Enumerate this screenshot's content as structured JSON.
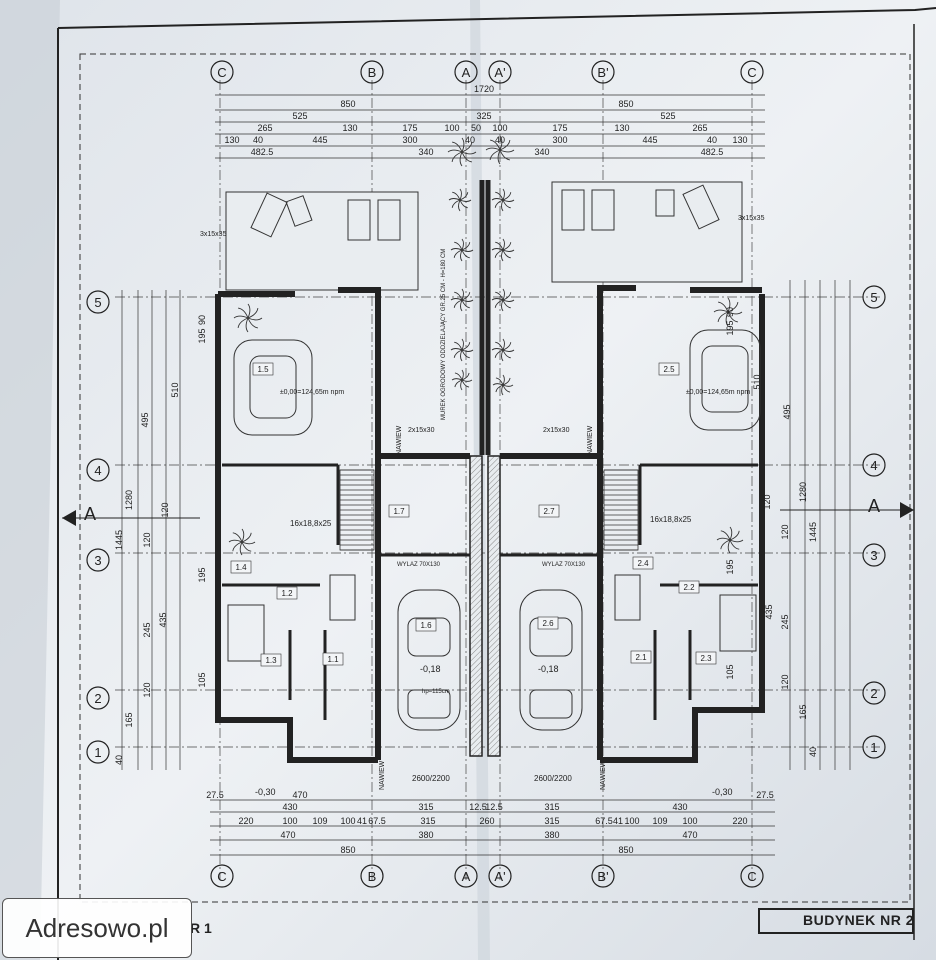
{
  "grid_letters": [
    "C",
    "B",
    "A",
    "A'",
    "B'",
    "C"
  ],
  "grid_numbers": [
    "5",
    "4",
    "3",
    "2",
    "1"
  ],
  "section_marker": "A",
  "top_dims": {
    "row1": "1720",
    "row2_left": "850",
    "row2_right": "850",
    "row3": [
      "525",
      "325",
      "525"
    ],
    "row4": [
      "265",
      "130",
      "175",
      "100",
      "50",
      "100",
      "175",
      "130",
      "265"
    ],
    "row5": [
      "130",
      "40",
      "445",
      "300",
      "40",
      "40",
      "300",
      "445",
      "40",
      "130"
    ],
    "row6": [
      "482.5",
      "340",
      "340",
      "482.5"
    ]
  },
  "bottom_dims": {
    "row1": [
      "27.5",
      "470",
      "27.5"
    ],
    "row2": [
      "430",
      "315",
      "12.5",
      "12.5",
      "315",
      "430"
    ],
    "row3": [
      "220",
      "100",
      "109",
      "100",
      "41",
      "67.5",
      "315",
      "260",
      "315",
      "67.5",
      "41",
      "100",
      "109",
      "100",
      "220"
    ],
    "row4": [
      "470",
      "380",
      "380",
      "470"
    ],
    "row5": [
      "850",
      "850"
    ]
  },
  "side_dims": [
    "90",
    "195",
    "510",
    "495",
    "1280",
    "1445",
    "120",
    "195",
    "120",
    "435",
    "245",
    "120",
    "105",
    "165",
    "40"
  ],
  "rooms": [
    {
      "id": "1.5",
      "area_note": "±0,00=124,65m npm"
    },
    {
      "id": "1.7"
    },
    {
      "id": "1.4"
    },
    {
      "id": "1.2"
    },
    {
      "id": "1.6"
    },
    {
      "id": "1.3"
    },
    {
      "id": "1.1"
    },
    {
      "id": "2.5",
      "area_note": "±0,00=124,65m npm"
    },
    {
      "id": "2.7"
    },
    {
      "id": "2.4"
    },
    {
      "id": "2.2"
    },
    {
      "id": "2.6"
    },
    {
      "id": "2.3"
    },
    {
      "id": "2.1"
    }
  ],
  "notes": {
    "garage_level": "-0,18",
    "terrace_level": "-0,30",
    "garage_door": "2600/2200",
    "window_label": "WYLAZ 70X130",
    "nawiew": "NAWIEW",
    "fence_note": "MUREK OGRODOWY ODDZIELAJĄCY GR.25 CM - H=180 CM",
    "hp_note": "hp=115cm",
    "window_2x": "2x15x30",
    "window_3x": "3x15x35",
    "stairs": "16x18,8x25",
    "dim_120": "120",
    "dim_90": "90"
  },
  "title": {
    "right": "BUDYNEK NR 2",
    "left": "R 1"
  },
  "watermark": "Adresowo.pl"
}
